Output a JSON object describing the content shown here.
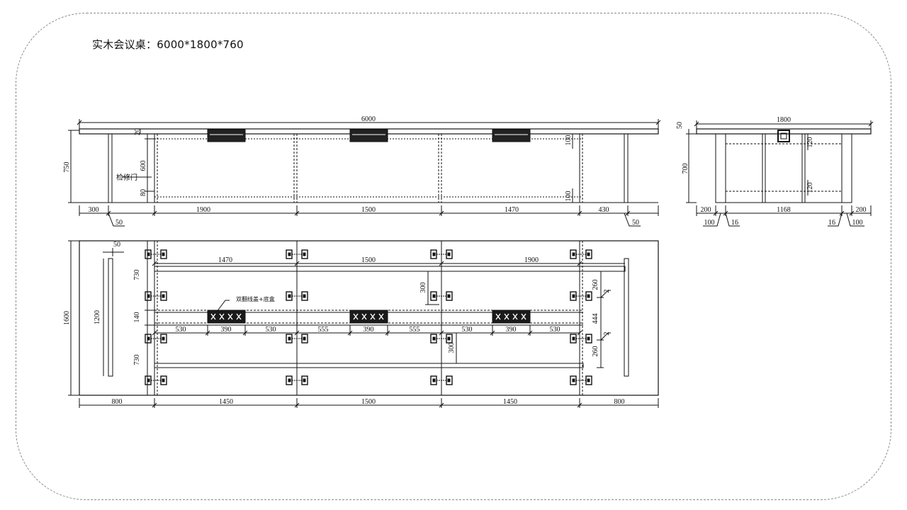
{
  "title": "实木会议桌：6000*1800*760",
  "front_view": {
    "overall_width": "6000",
    "top_thickness": "20",
    "height": "750",
    "panel_height": "600",
    "bottom_gap": "80",
    "drawer_depth_top": "100",
    "drawer_depth_bottom": "100",
    "inspection_door_label": "检修门",
    "bottom_dims": [
      "300",
      "1900",
      "1500",
      "1470",
      "430"
    ],
    "leg_width_left": "50",
    "leg_width_right": "50"
  },
  "side_view": {
    "overall_width": "1800",
    "top_thickness": "50",
    "height": "700",
    "upper_dim": "120",
    "lower_dim": "120",
    "bottom_dims": [
      "200",
      "1168",
      "200"
    ],
    "sub_dims_left": [
      "100",
      "16"
    ],
    "sub_dims_right": [
      "16",
      "100"
    ]
  },
  "plan_view": {
    "overall_depth": "1600",
    "inner_depth": "1200",
    "edge_offset": "50",
    "top_dims": [
      "1470",
      "1500",
      "1900"
    ],
    "left_dims": [
      "730",
      "140",
      "730"
    ],
    "right_dims": [
      "260",
      "444",
      "260"
    ],
    "small_marks": [
      "2",
      "2"
    ],
    "center_dim_upper": "300",
    "center_dim_lower": "300",
    "box_label": "双翻线盖+底盒",
    "box_dims": [
      "530",
      "390",
      "530",
      "555",
      "390",
      "555",
      "530",
      "390",
      "530"
    ],
    "bottom_dims": [
      "800",
      "1450",
      "1500",
      "1450",
      "800"
    ]
  }
}
